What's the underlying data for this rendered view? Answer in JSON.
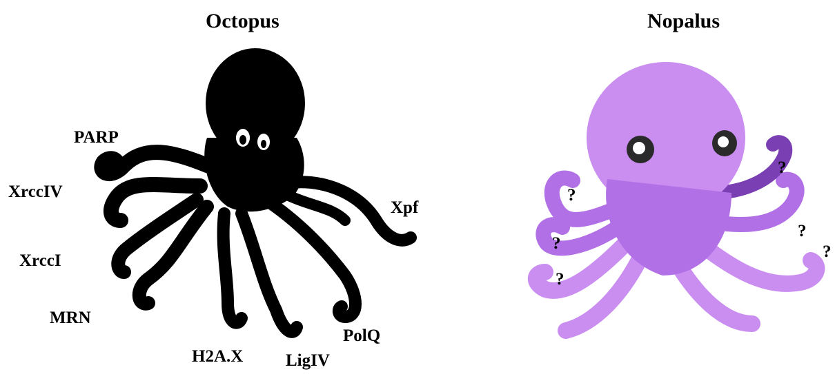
{
  "left_panel": {
    "title": "Octopus",
    "labels": {
      "parp": "PARP",
      "xrcc4": "XrccIV",
      "xrcc1": "XrccI",
      "mrn": "MRN",
      "h2ax": "H2A.X",
      "lig4": "LigIV",
      "polq": "PolQ",
      "xpf": "Xpf"
    },
    "figure_color": "#000000"
  },
  "right_panel": {
    "title": "Nopalus",
    "question_mark": "?",
    "figure_colors": {
      "light": "#c98ef0",
      "mid": "#b170e6",
      "dark": "#7a3fb3"
    }
  }
}
